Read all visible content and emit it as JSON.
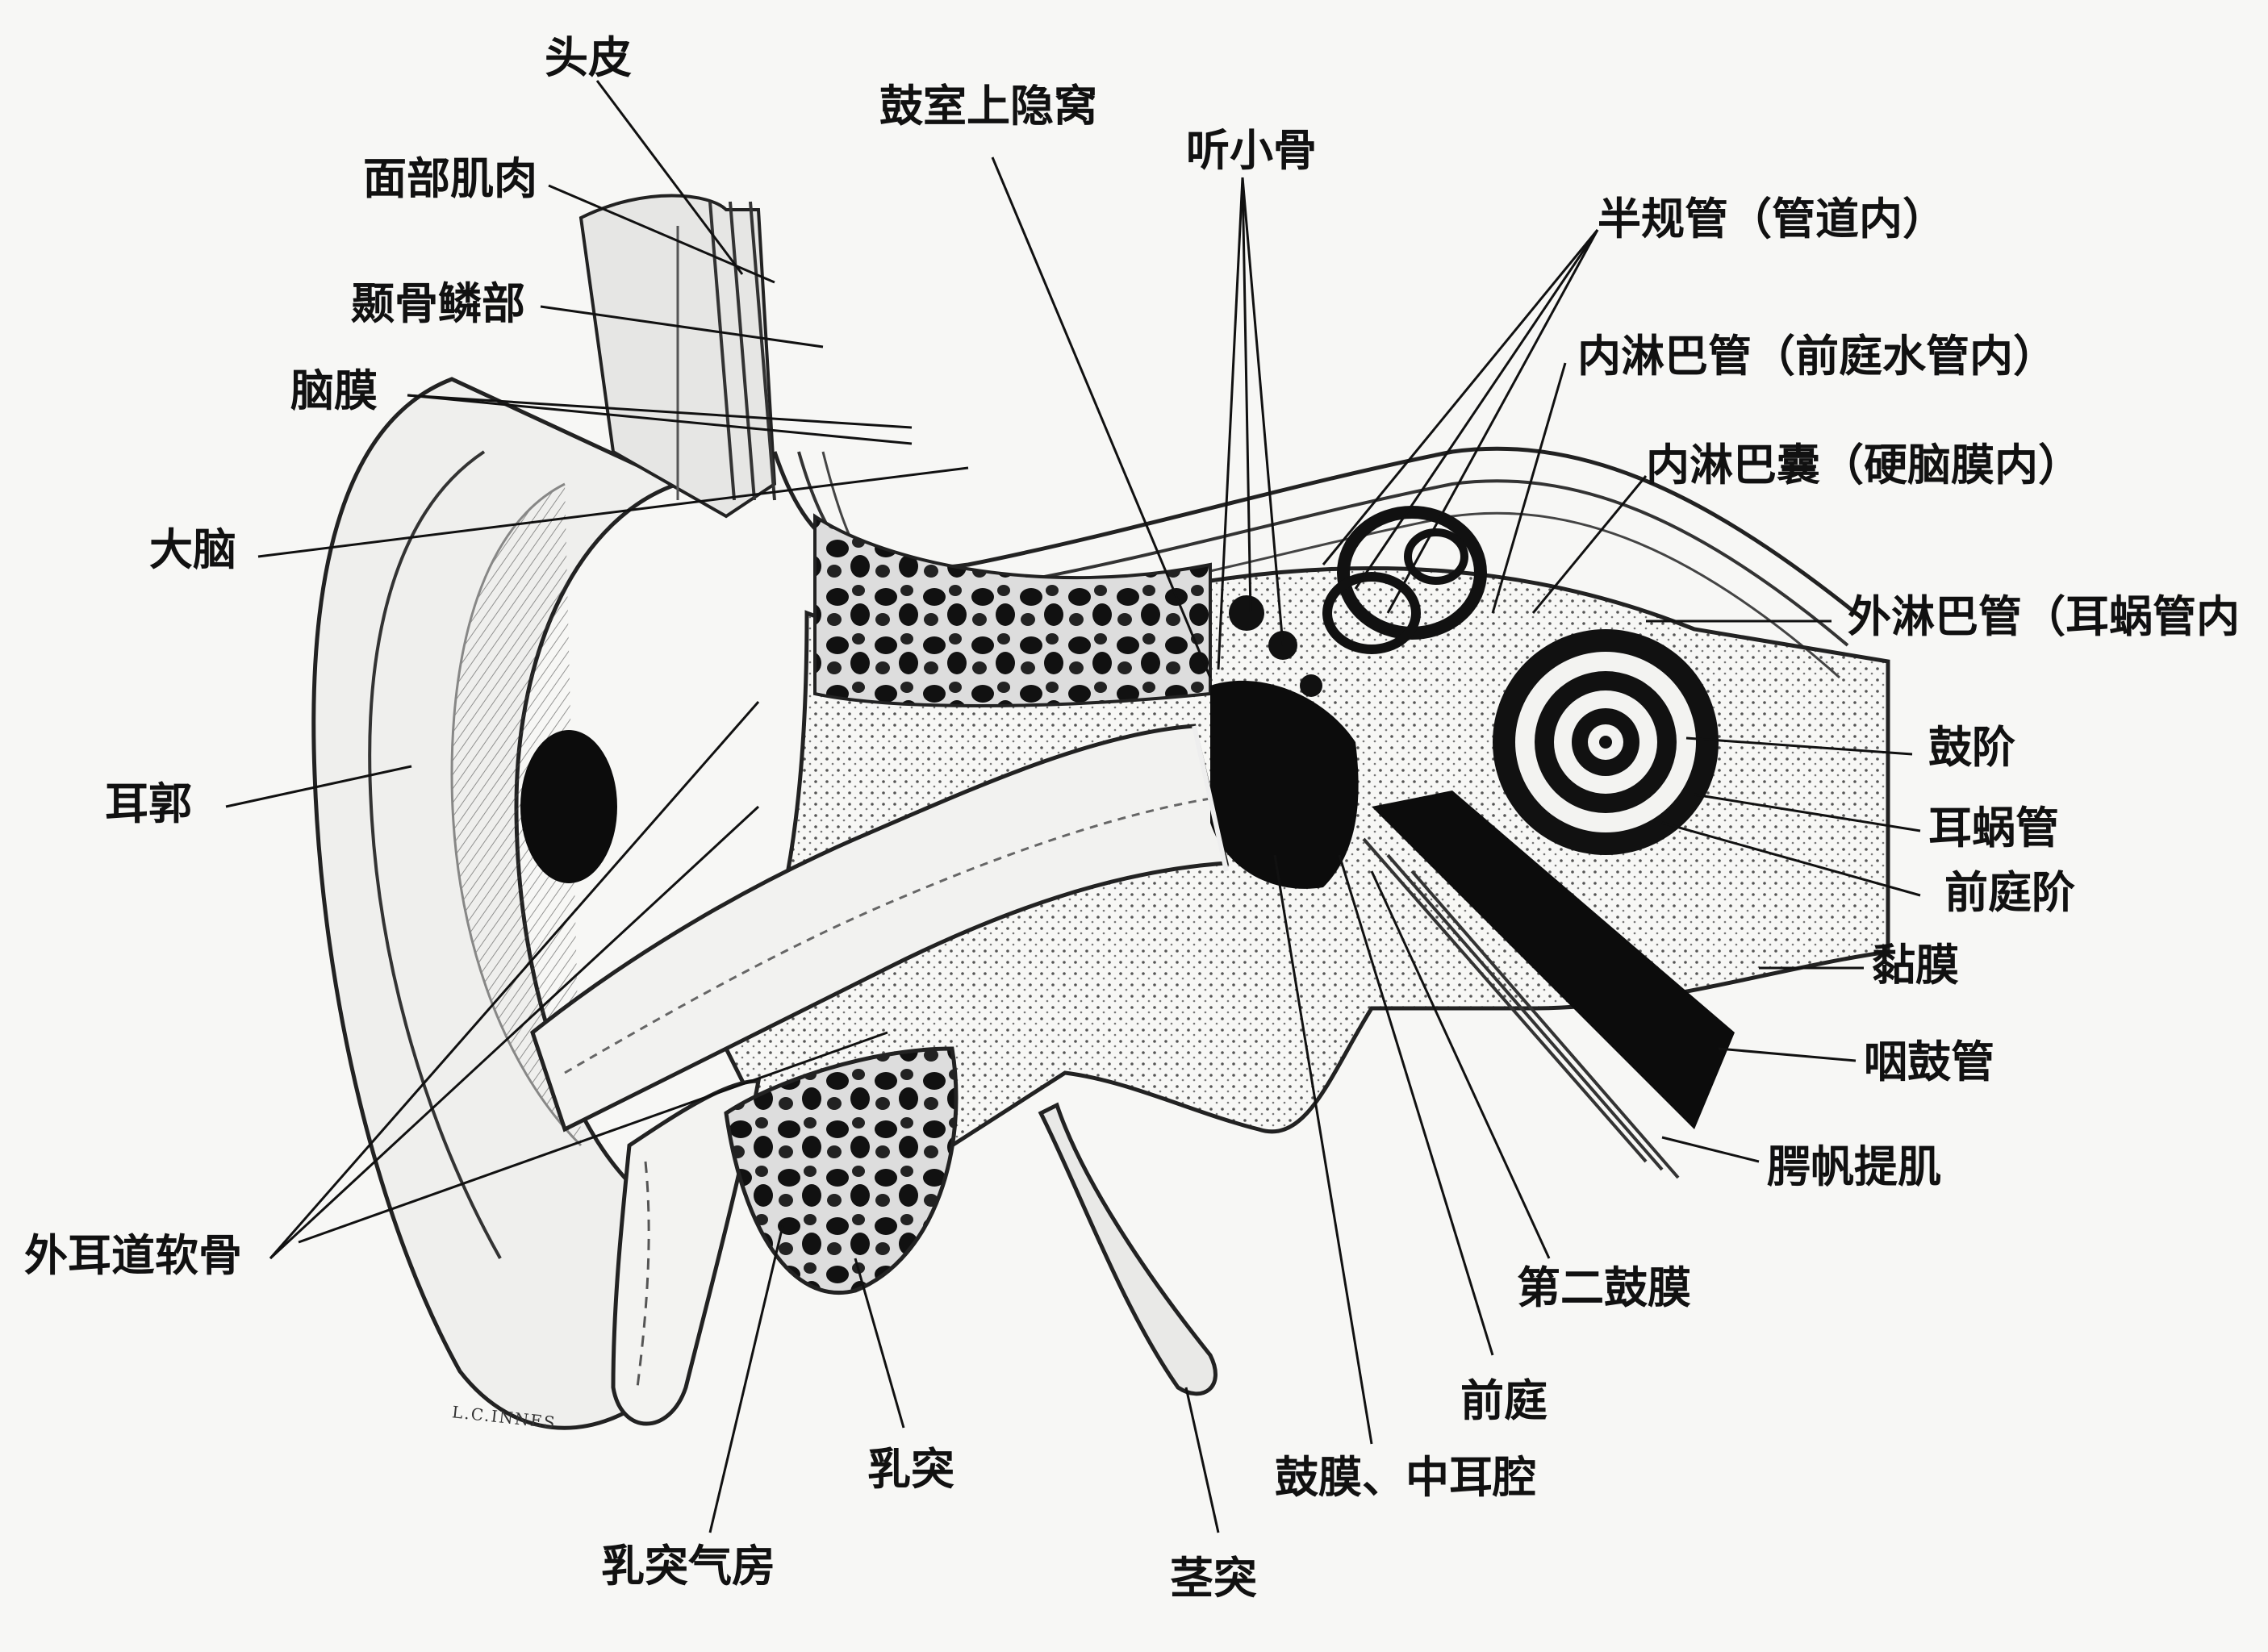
{
  "labels": {
    "scalp": "头皮",
    "facial_muscle": "面部肌肉",
    "temporal_squama": "颞骨鳞部",
    "meninges": "脑膜",
    "cerebrum": "大脑",
    "auricle": "耳郭",
    "ext_canal_cartilage": "外耳道软骨",
    "epitympanic_recess": "鼓室上隐窝",
    "ossicles": "听小骨",
    "semicircular_canal": "半规管（管道内）",
    "endolymphatic_duct": "内淋巴管（前庭水管内）",
    "endolymphatic_sac": "内淋巴囊（硬脑膜内）",
    "perilymphatic_duct": "外淋巴管（耳蜗管内",
    "scala_tympani": "鼓阶",
    "cochlear_duct": "耳蜗管",
    "scala_vestibuli": "前庭阶",
    "mucosa": "黏膜",
    "eustachian_tube": "咽鼓管",
    "tensor_veli_palatini": "腭帆提肌",
    "secondary_tympanic_membrane": "第二鼓膜",
    "vestibule": "前庭",
    "tympanic_membrane_middle_ear": "鼓膜、中耳腔",
    "mastoid": "乳突",
    "mastoid_air_cells": "乳突气房",
    "styloid": "茎突"
  },
  "signature": "L.C.INNES"
}
